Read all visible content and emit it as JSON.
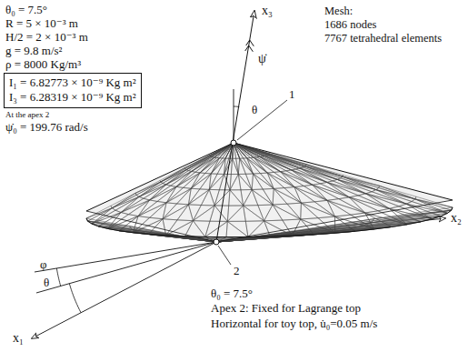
{
  "diagram": {
    "nodes": [
      {
        "text": [
          "I₁ = 6.82773 × 10⁻⁹ Kg m²",
          "I₃ = 6.28319 × 10⁻⁹ Kg m²"
        ]
      }
    ],
    "labels": [
      "θ₀ = 7.5°",
      "R = 5 × 10⁻³ m",
      "H/2 = 2 × 10⁻³ m",
      "g = 9.8 m/s²",
      "ρ = 8000 Kg/m³",
      "At the apex 2",
      "ψ̇₀ = 199.76 rad/s",
      "Mesh:",
      "1686 nodes",
      "7767 tetrahedral elements",
      "x₃",
      "ψ̇",
      "θ",
      "1",
      "x₂",
      "2",
      "x₁",
      "φ",
      "θ",
      "θ₀ = 7.5°",
      "Apex 2: Fixed for Lagrange top",
      "Horizontal for toy top, u̇₀=0.05 m/s"
    ]
  }
}
